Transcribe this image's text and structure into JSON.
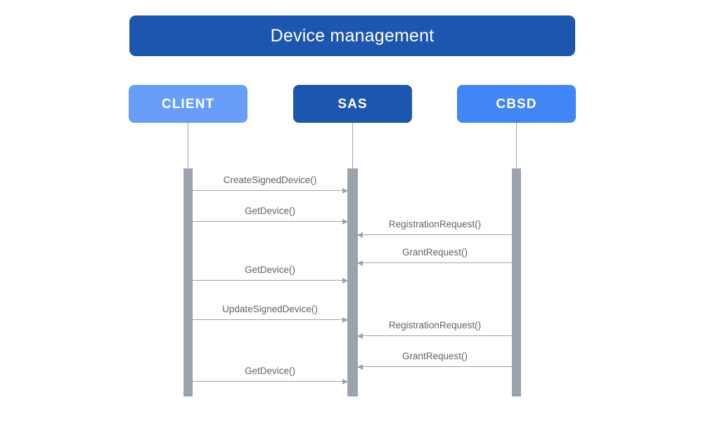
{
  "diagram": {
    "title": "Device management",
    "type": "sequence-diagram",
    "colors": {
      "title_bar": "#1D56AF",
      "client_box": "#689EF7",
      "sas_box": "#1D56AF",
      "cbsd_box": "#4285F4",
      "lifeline": "#9DA3AD",
      "activation_bar": "#9DA3AD",
      "message_line": "#9DA3AD",
      "message_label": "#5F6368",
      "background": "#FFFFFF"
    },
    "participants": [
      {
        "id": "client",
        "label": "CLIENT",
        "color": "#689EF7"
      },
      {
        "id": "sas",
        "label": "SAS",
        "color": "#1D56AF"
      },
      {
        "id": "cbsd",
        "label": "CBSD",
        "color": "#4285F4"
      }
    ],
    "messages": [
      {
        "seq": 1,
        "label": "CreateSignedDevice()",
        "from": "client",
        "to": "sas",
        "direction": "right"
      },
      {
        "seq": 2,
        "label": "GetDevice()",
        "from": "client",
        "to": "sas",
        "direction": "right"
      },
      {
        "seq": 3,
        "label": "RegistrationRequest()",
        "from": "cbsd",
        "to": "sas",
        "direction": "left"
      },
      {
        "seq": 4,
        "label": "GrantRequest()",
        "from": "cbsd",
        "to": "sas",
        "direction": "left"
      },
      {
        "seq": 5,
        "label": "GetDevice()",
        "from": "client",
        "to": "sas",
        "direction": "right"
      },
      {
        "seq": 6,
        "label": "UpdateSignedDevice()",
        "from": "client",
        "to": "sas",
        "direction": "right"
      },
      {
        "seq": 7,
        "label": "RegistrationRequest()",
        "from": "cbsd",
        "to": "sas",
        "direction": "left"
      },
      {
        "seq": 8,
        "label": "GrantRequest()",
        "from": "cbsd",
        "to": "sas",
        "direction": "left"
      },
      {
        "seq": 9,
        "label": "GetDevice()",
        "from": "client",
        "to": "sas",
        "direction": "right"
      }
    ]
  }
}
